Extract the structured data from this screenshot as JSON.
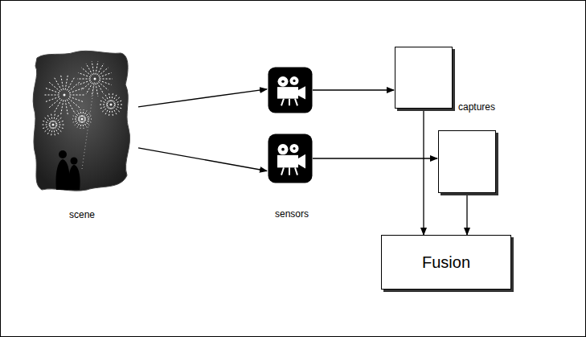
{
  "diagram": {
    "nodes": [
      {
        "text": [
          "scene"
        ]
      },
      {
        "text": []
      },
      {
        "text": []
      },
      {
        "text": []
      },
      {
        "text": []
      },
      {
        "text": [
          "Fusion"
        ]
      }
    ],
    "edges": [
      {
        "from": 0,
        "to": 1,
        "arrow": "to"
      },
      {
        "from": 0,
        "to": 2,
        "arrow": "to"
      },
      {
        "from": 1,
        "to": 3,
        "arrow": "to"
      },
      {
        "from": 2,
        "to": 4,
        "arrow": "to"
      },
      {
        "from": 3,
        "to": 5,
        "arrow": "to"
      },
      {
        "from": 4,
        "to": 5,
        "arrow": "to"
      }
    ],
    "labels": [
      "sensors",
      "captures"
    ]
  }
}
